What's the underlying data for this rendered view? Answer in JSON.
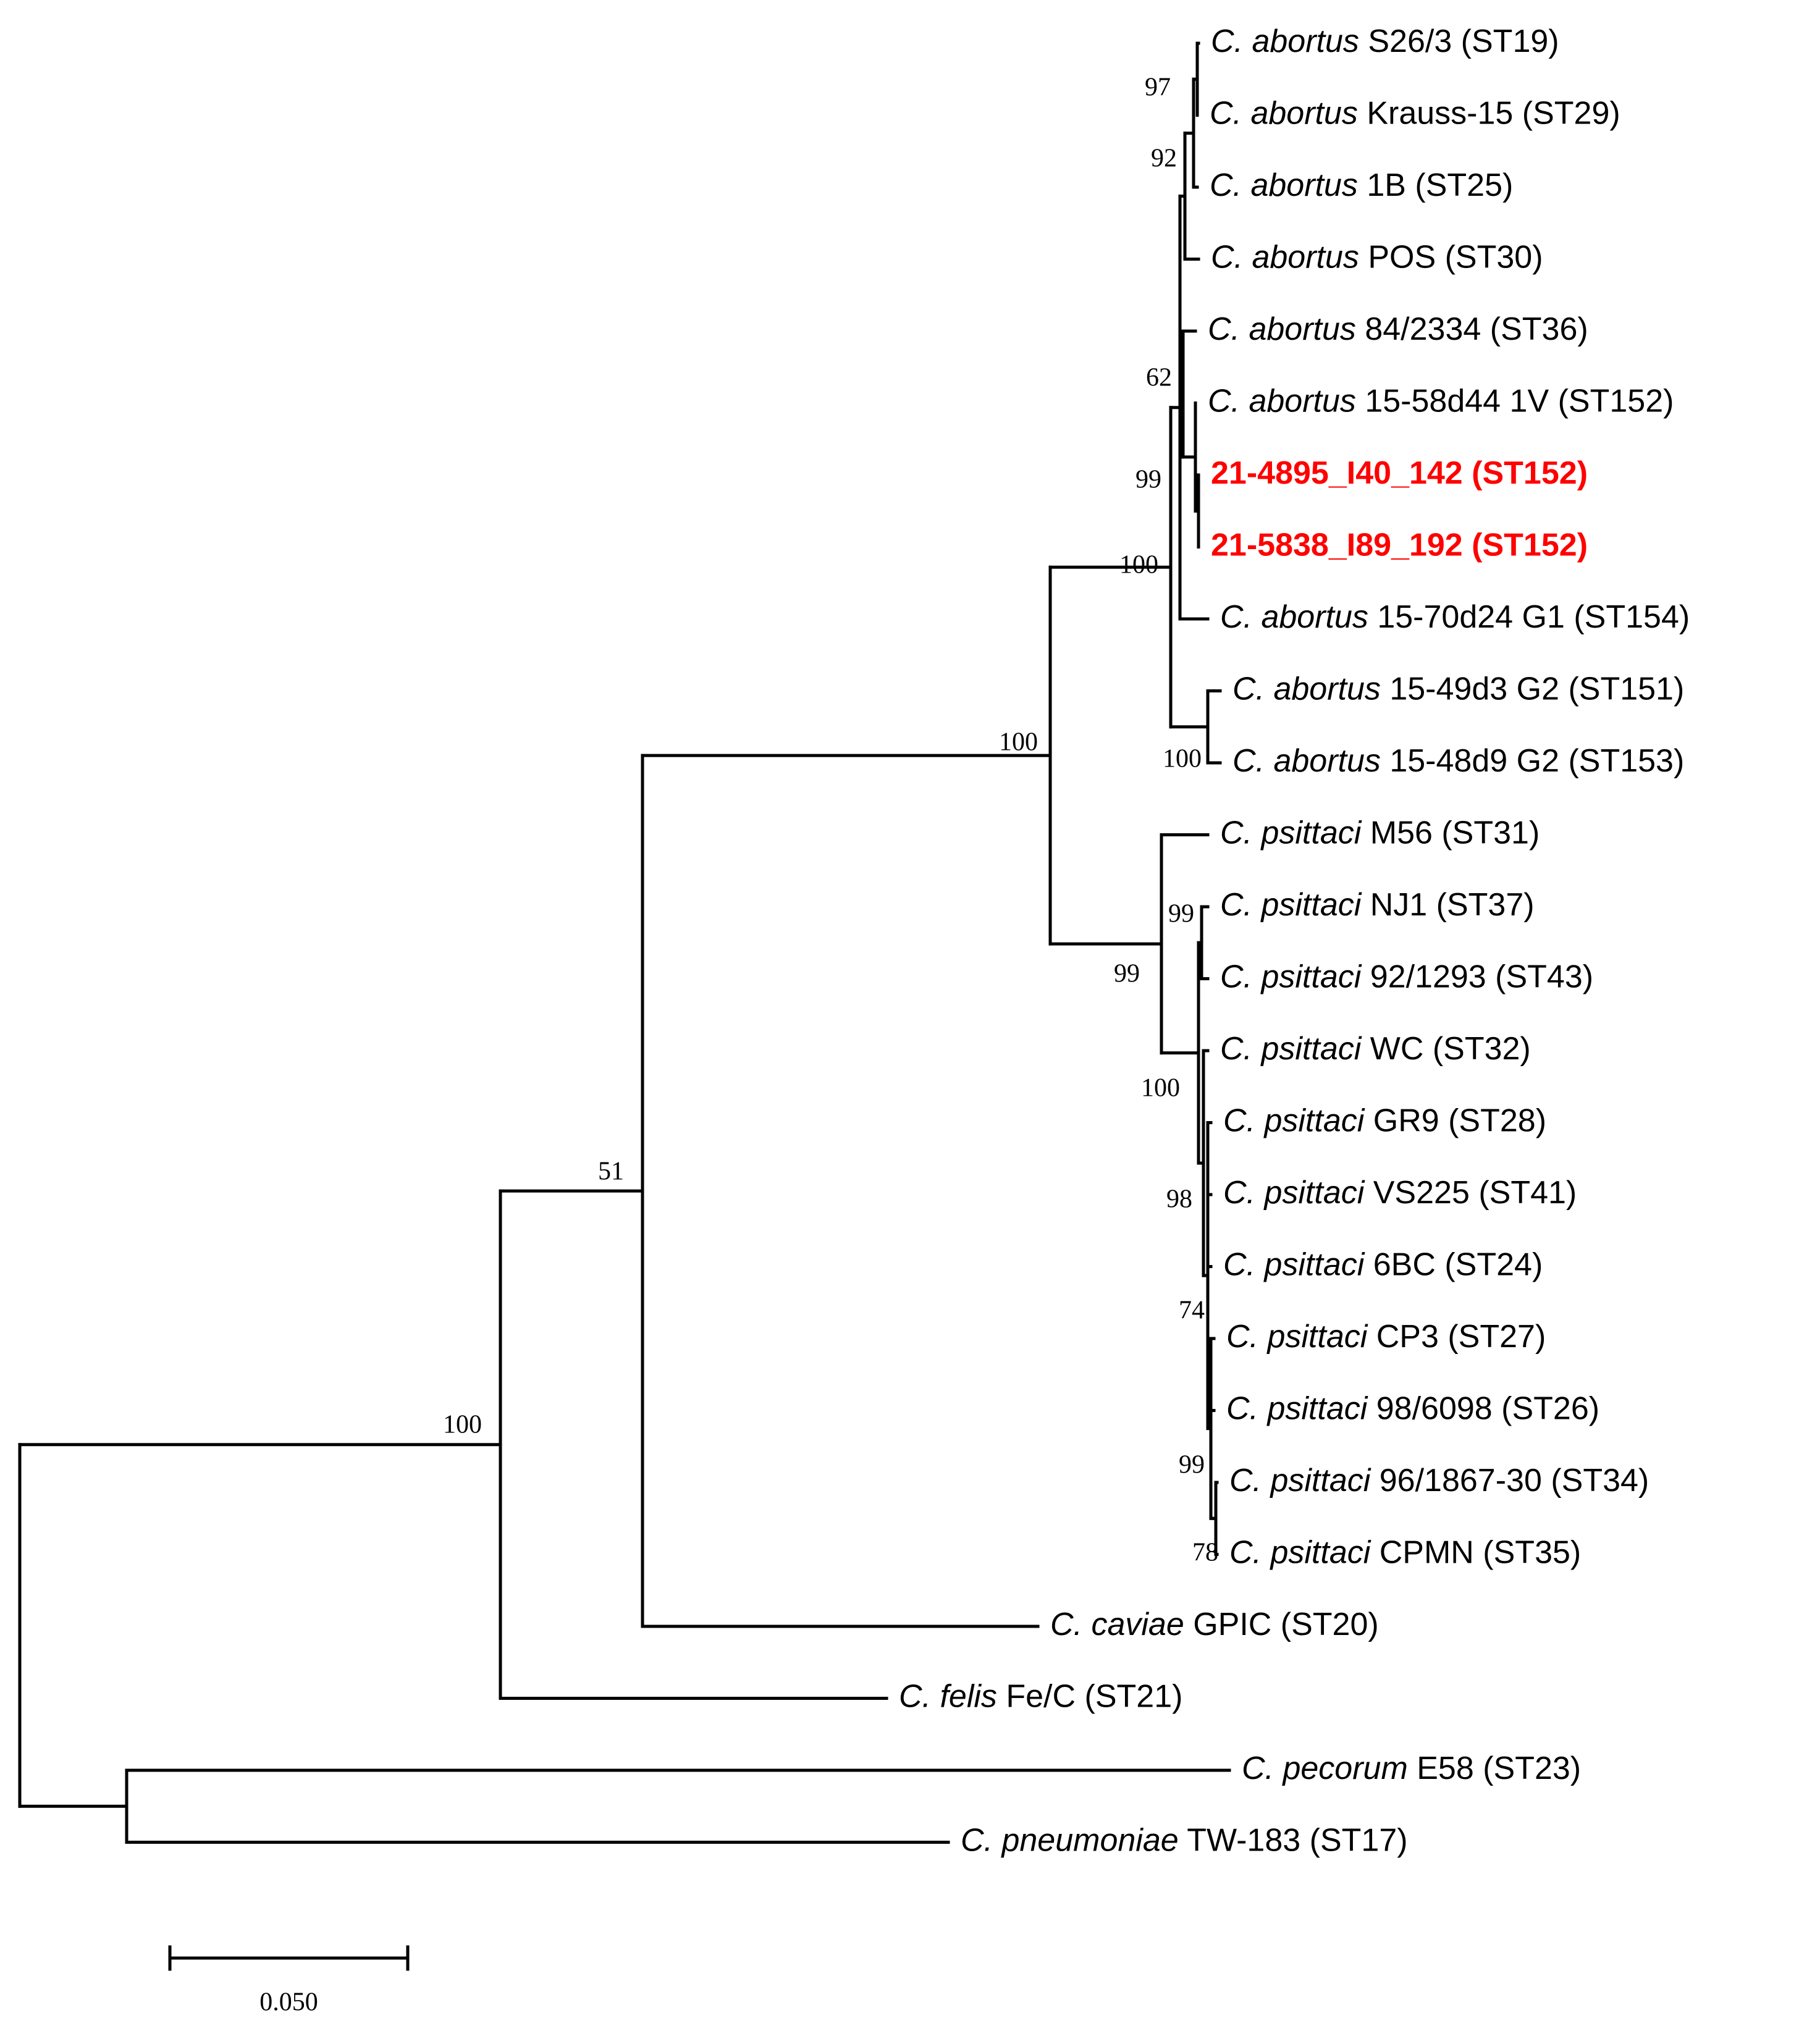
{
  "tree": {
    "highlight_color": "#ff0000",
    "taxa": [
      {
        "id": "t1",
        "species": "C. abortus",
        "strain": "S26/3 (ST19)",
        "highlight": false
      },
      {
        "id": "t2",
        "species": "C. abortus",
        "strain": "Krauss-15 (ST29)",
        "highlight": false
      },
      {
        "id": "t3",
        "species": "C. abortus",
        "strain": "1B (ST25)",
        "highlight": false
      },
      {
        "id": "t4",
        "species": "C. abortus",
        "strain": "POS (ST30)",
        "highlight": false
      },
      {
        "id": "t5",
        "species": "C. abortus",
        "strain": "84/2334 (ST36)",
        "highlight": false
      },
      {
        "id": "t6",
        "species": "C. abortus",
        "strain": "15-58d44 1V (ST152)",
        "highlight": false
      },
      {
        "id": "t7",
        "species": "",
        "strain": "21-4895_I40_142 (ST152)",
        "highlight": true
      },
      {
        "id": "t8",
        "species": "",
        "strain": "21-5838_I89_192 (ST152)",
        "highlight": true
      },
      {
        "id": "t9",
        "species": "C. abortus",
        "strain": "15-70d24 G1 (ST154)",
        "highlight": false
      },
      {
        "id": "t10",
        "species": "C. abortus",
        "strain": "15-49d3 G2 (ST151)",
        "highlight": false
      },
      {
        "id": "t11",
        "species": "C. abortus",
        "strain": "15-48d9 G2 (ST153)",
        "highlight": false
      },
      {
        "id": "t12",
        "species": "C. psittaci",
        "strain": "M56 (ST31)",
        "highlight": false
      },
      {
        "id": "t13",
        "species": "C. psittaci",
        "strain": "NJ1 (ST37)",
        "highlight": false
      },
      {
        "id": "t14",
        "species": "C. psittaci",
        "strain": "92/1293 (ST43)",
        "highlight": false
      },
      {
        "id": "t15",
        "species": "C. psittaci",
        "strain": "WC (ST32)",
        "highlight": false
      },
      {
        "id": "t16",
        "species": "C. psittaci",
        "strain": "GR9 (ST28)",
        "highlight": false
      },
      {
        "id": "t17",
        "species": "C. psittaci",
        "strain": "VS225 (ST41)",
        "highlight": false
      },
      {
        "id": "t18",
        "species": "C. psittaci",
        "strain": "6BC (ST24)",
        "highlight": false
      },
      {
        "id": "t19",
        "species": "C. psittaci",
        "strain": "CP3 (ST27)",
        "highlight": false
      },
      {
        "id": "t20",
        "species": "C. psittaci",
        "strain": "98/6098 (ST26)",
        "highlight": false
      },
      {
        "id": "t21",
        "species": "C. psittaci",
        "strain": "96/1867-30 (ST34)",
        "highlight": false
      },
      {
        "id": "t22",
        "species": "C. psittaci",
        "strain": "CPMN (ST35)",
        "highlight": false
      },
      {
        "id": "t23",
        "species": "C. caviae",
        "strain": "GPIC (ST20)",
        "highlight": false
      },
      {
        "id": "t24",
        "species": "C. felis",
        "strain": "Fe/C (ST21)",
        "highlight": false
      },
      {
        "id": "t25",
        "species": "C. pecorum",
        "strain": "E58 (ST23)",
        "highlight": false
      },
      {
        "id": "t26",
        "species": "C. pneumoniae",
        "strain": "TW-183 (ST17)",
        "highlight": false
      }
    ],
    "bootstrap": [
      {
        "node": "n_s26_kr",
        "value": "97"
      },
      {
        "node": "n_kr_1b",
        "value": "92"
      },
      {
        "node": "n_ab_inner",
        "value": "62"
      },
      {
        "node": "n_ab_core",
        "value": "99"
      },
      {
        "node": "n_ab_all",
        "value": "100"
      },
      {
        "node": "n_g2",
        "value": "100"
      },
      {
        "node": "n_ab_ps",
        "value": "100"
      },
      {
        "node": "n_nj1",
        "value": "99"
      },
      {
        "node": "n_ps_core",
        "value": "99"
      },
      {
        "node": "n_ps_wc",
        "value": "100"
      },
      {
        "node": "n_ps_gr9",
        "value": "98"
      },
      {
        "node": "n_ps_cp3",
        "value": "74"
      },
      {
        "node": "n_ps_9618",
        "value": "99"
      },
      {
        "node": "n_ps_cpmn",
        "value": "78"
      },
      {
        "node": "n_caviae",
        "value": "51"
      },
      {
        "node": "n_felis",
        "value": "100"
      }
    ],
    "scale_bar": {
      "value": 0.05,
      "label": "0.050"
    }
  }
}
